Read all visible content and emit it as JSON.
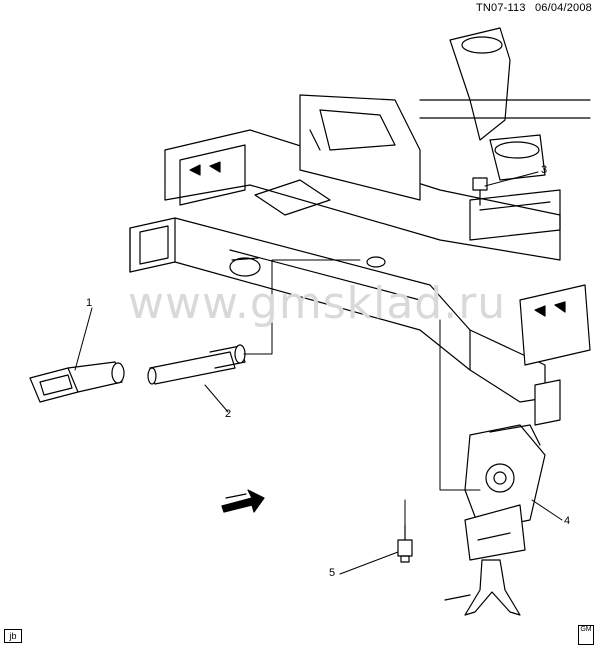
{
  "header": {
    "code": "TN07-113",
    "date": "06/04/2008"
  },
  "watermark": "www.gmsklad.ru",
  "callouts": [
    "1",
    "2",
    "3",
    "4",
    "5"
  ],
  "footer": {
    "left_mark": "jb",
    "right_mark": "GM"
  },
  "colors": {
    "line": "#000000",
    "fill": "#ffffff",
    "watermark": "#d9d9d9"
  }
}
